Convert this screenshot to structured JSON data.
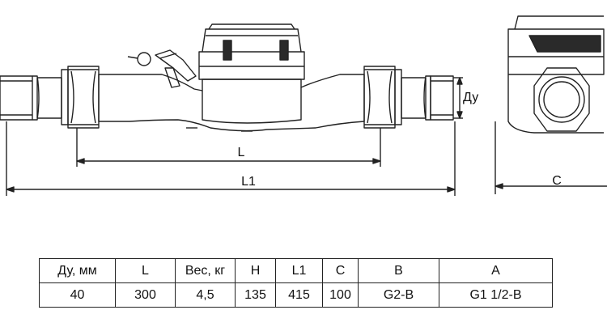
{
  "dimension_labels": {
    "L": "L",
    "L1": "L1",
    "C": "C",
    "Du": "Ду"
  },
  "spec_table": {
    "headers": [
      "Ду, мм",
      "L",
      "Вес, кг",
      "H",
      "L1",
      "C",
      "B",
      "A"
    ],
    "row": [
      "40",
      "300",
      "4,5",
      "135",
      "415",
      "100",
      "G2-B",
      "G1 1/2-B"
    ]
  }
}
